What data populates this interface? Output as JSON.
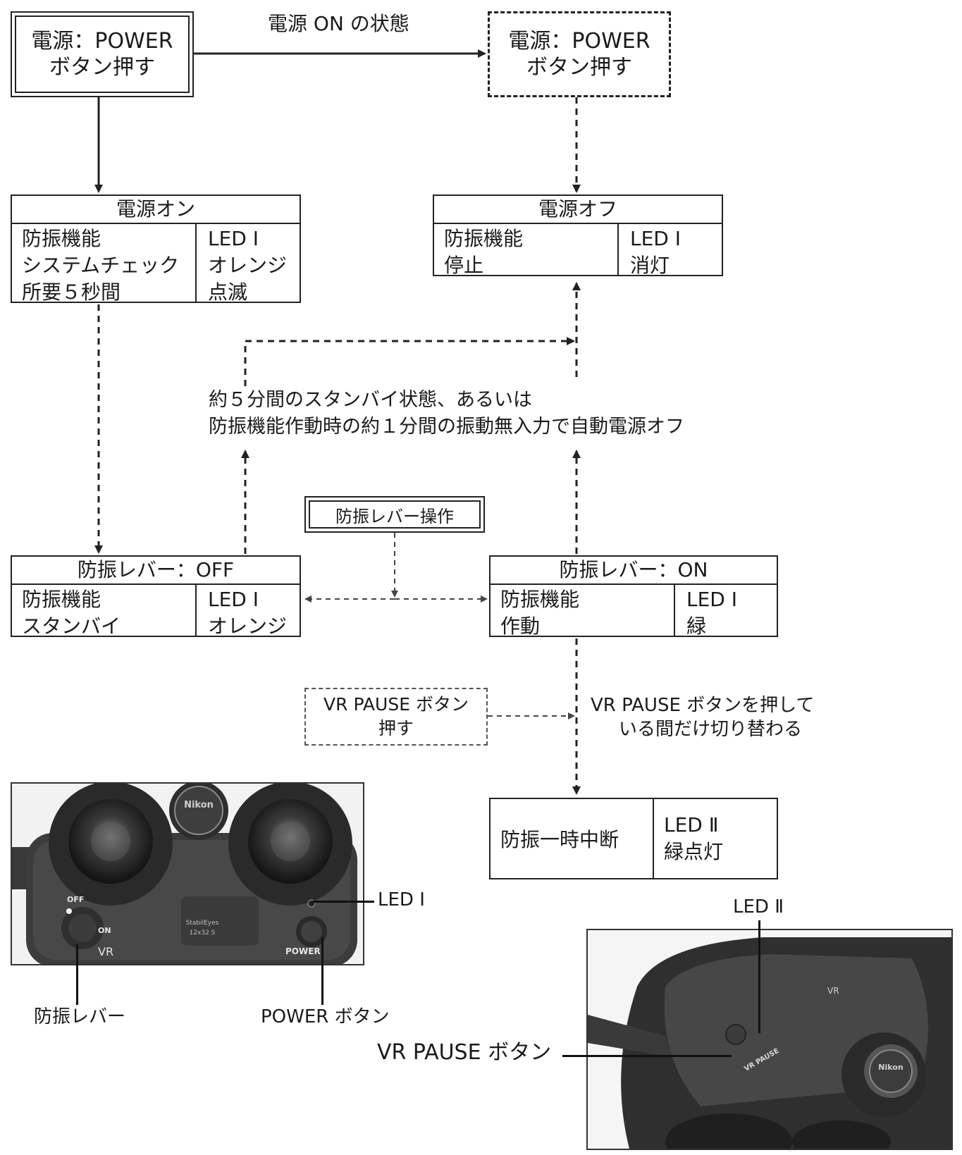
{
  "power_on_press": {
    "line1": "電源：POWER",
    "line2": "ボタン押す"
  },
  "power_off_press": {
    "line1": "電源：POWER",
    "line2": "ボタン押す"
  },
  "power_on_state_label": "電源 ON の状態",
  "state_power_on": {
    "title": "電源オン",
    "left": [
      "防振機能",
      "システムチェック",
      "所要５秒間"
    ],
    "right": [
      "LED Ⅰ",
      "オレンジ",
      "点滅"
    ]
  },
  "state_power_off": {
    "title": "電源オフ",
    "left": [
      "防振機能",
      "停止"
    ],
    "right": [
      "LED Ⅰ",
      "消灯"
    ]
  },
  "auto_off_note": {
    "line1": "約５分間のスタンバイ状態、あるいは",
    "line2": "防振機能作動時の約１分間の振動無入力で自動電源オフ"
  },
  "lever_operation": "防振レバー操作",
  "state_lever_off": {
    "title": "防振レバー：OFF",
    "left": [
      "防振機能",
      "スタンバイ"
    ],
    "right": [
      "LED Ⅰ",
      "オレンジ"
    ]
  },
  "state_lever_on": {
    "title": "防振レバー：ON",
    "left": [
      "防振機能",
      "作動"
    ],
    "right": [
      "LED Ⅰ",
      "緑"
    ]
  },
  "vr_pause_press": {
    "line1": "VR PAUSE ボタン",
    "line2": "押す"
  },
  "vr_pause_note": {
    "line1": "VR PAUSE ボタンを押して",
    "line2": "いる間だけ切り替わる"
  },
  "state_pause": {
    "left": "防振一時中断",
    "right": [
      "LED Ⅱ",
      "緑点灯"
    ]
  },
  "photo1_callouts": {
    "led1": "LED Ⅰ",
    "lever": "防振レバー",
    "power_button": "POWER ボタン"
  },
  "photo1_printed": {
    "off": "OFF",
    "on": "ON",
    "vr": "VR",
    "power": "POWER",
    "brand": "Nikon",
    "model_name": "StabilEyes",
    "model_spec": "12x32 S"
  },
  "photo2_callouts": {
    "led2": "LED Ⅱ",
    "vr_pause_button": "VR PAUSE ボタン"
  },
  "photo2_printed": {
    "vr_pause": "VR PAUSE",
    "vr": "VR",
    "brand": "Nikon"
  }
}
